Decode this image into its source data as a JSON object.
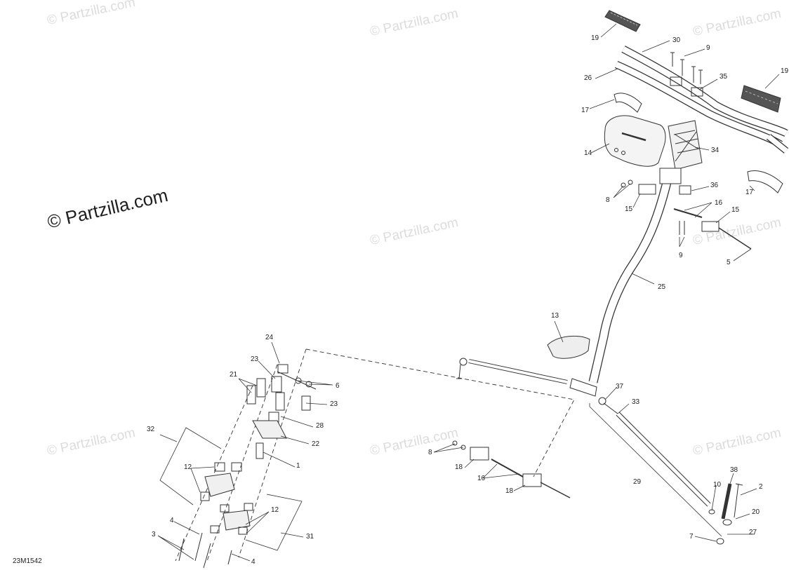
{
  "watermark_text": "© Partzilla.com",
  "diagram_code": "23M1542",
  "callouts": [
    {
      "id": "c19a",
      "label": "19"
    },
    {
      "id": "c30",
      "label": "30"
    },
    {
      "id": "c9a",
      "label": "9"
    },
    {
      "id": "c26",
      "label": "26"
    },
    {
      "id": "c35",
      "label": "35"
    },
    {
      "id": "c19b",
      "label": "19"
    },
    {
      "id": "c17a",
      "label": "17"
    },
    {
      "id": "c14",
      "label": "14"
    },
    {
      "id": "c34",
      "label": "34"
    },
    {
      "id": "c36",
      "label": "36"
    },
    {
      "id": "c17b",
      "label": "17"
    },
    {
      "id": "c8a",
      "label": "8"
    },
    {
      "id": "c15a",
      "label": "15"
    },
    {
      "id": "c16a",
      "label": "16"
    },
    {
      "id": "c15b",
      "label": "15"
    },
    {
      "id": "c9b",
      "label": "9"
    },
    {
      "id": "c5",
      "label": "5"
    },
    {
      "id": "c25",
      "label": "25"
    },
    {
      "id": "c13",
      "label": "13"
    },
    {
      "id": "c24",
      "label": "24"
    },
    {
      "id": "c23a",
      "label": "23"
    },
    {
      "id": "c21",
      "label": "21"
    },
    {
      "id": "c6",
      "label": "6"
    },
    {
      "id": "c23b",
      "label": "23"
    },
    {
      "id": "c28",
      "label": "28"
    },
    {
      "id": "c32",
      "label": "32"
    },
    {
      "id": "c22",
      "label": "22"
    },
    {
      "id": "c1",
      "label": "1"
    },
    {
      "id": "c12a",
      "label": "12"
    },
    {
      "id": "c37",
      "label": "37"
    },
    {
      "id": "c33",
      "label": "33"
    },
    {
      "id": "c8b",
      "label": "8"
    },
    {
      "id": "c18a",
      "label": "18"
    },
    {
      "id": "c16b",
      "label": "16"
    },
    {
      "id": "c18b",
      "label": "18"
    },
    {
      "id": "c29",
      "label": "29"
    },
    {
      "id": "c38",
      "label": "38"
    },
    {
      "id": "c10",
      "label": "10"
    },
    {
      "id": "c2",
      "label": "2"
    },
    {
      "id": "c20",
      "label": "20"
    },
    {
      "id": "c27",
      "label": "27"
    },
    {
      "id": "c7",
      "label": "7"
    },
    {
      "id": "c4a",
      "label": "4"
    },
    {
      "id": "c12b",
      "label": "12"
    },
    {
      "id": "c3",
      "label": "3"
    },
    {
      "id": "c31",
      "label": "31"
    },
    {
      "id": "c4b",
      "label": "4"
    }
  ]
}
